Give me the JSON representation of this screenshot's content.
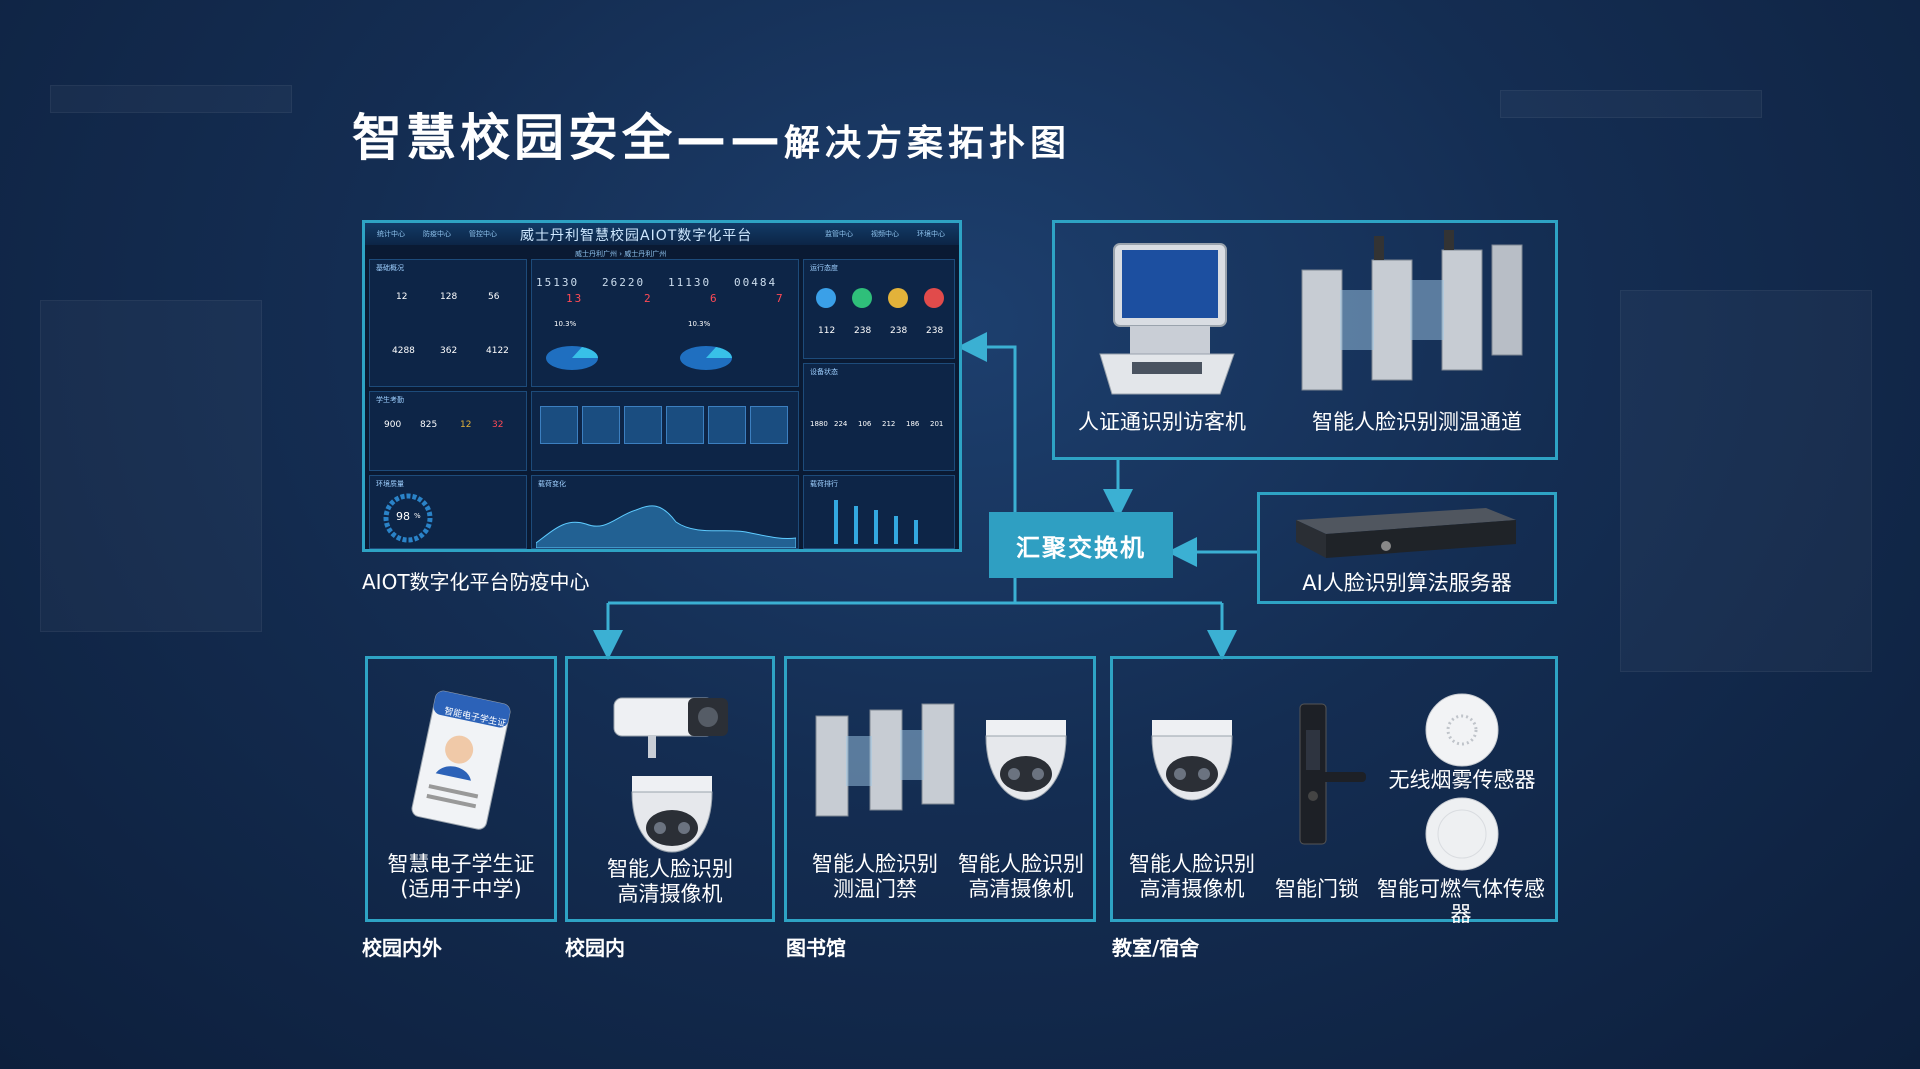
{
  "title": {
    "main": "智慧校园安全",
    "dash": "——",
    "sub": "解决方案拓扑图"
  },
  "dashboard": {
    "header_title": "威士丹利智慧校园AIOT数字化平台",
    "tabs_left": [
      "统计中心",
      "防疫中心",
      "管控中心"
    ],
    "tabs_right": [
      "监管中心",
      "视频中心",
      "环境中心"
    ],
    "location": "威士丹利广州 › 威士丹利广州",
    "panels": {
      "basic": {
        "title": "基础概况",
        "values": [
          "12",
          "128",
          "56",
          "4288",
          "362",
          "4122"
        ]
      },
      "temp": {
        "counters": [
          "15130",
          "26220",
          "11130",
          "00484"
        ],
        "red_counters": [
          "13",
          "2",
          "6",
          "7"
        ],
        "percents": [
          "10.3%",
          "10.3%"
        ]
      },
      "run": {
        "title": "运行态度",
        "values": [
          "112",
          "238",
          "238",
          "238"
        ],
        "colors": [
          "#3aa0e8",
          "#2fbf7a",
          "#e2b23a",
          "#e14b4b"
        ]
      },
      "attendance": {
        "title": "学生考勤",
        "values": [
          "900",
          "825",
          "12",
          "32"
        ]
      },
      "device": {
        "title": "设备状态",
        "values": [
          "1880",
          "224",
          "106",
          "212",
          "186",
          "201"
        ]
      },
      "env": {
        "title": "环境质量",
        "percent": "98",
        "unit": "%"
      },
      "trend": {
        "title": "载荷变化"
      },
      "rank": {
        "title": "载荷排行"
      }
    },
    "caption": "AIOT数字化平台防疫中心"
  },
  "switch_label": "汇聚交换机",
  "devices_top": [
    {
      "label": "人证通识别访客机"
    },
    {
      "label": "智能人脸识别测温通道"
    }
  ],
  "server_label": "AI人脸识别算法服务器",
  "groups": [
    {
      "section": "校园内外",
      "items": [
        {
          "line1": "智慧电子学生证",
          "line2": "(适用于中学)"
        }
      ]
    },
    {
      "section": "校园内",
      "items": [
        {
          "line1": "智能人脸识别",
          "line2": "高清摄像机"
        }
      ]
    },
    {
      "section": "图书馆",
      "items": [
        {
          "line1": "智能人脸识别",
          "line2": "测温门禁"
        },
        {
          "line1": "智能人脸识别",
          "line2": "高清摄像机"
        }
      ]
    },
    {
      "section": "教室/宿舍",
      "items": [
        {
          "line1": "智能人脸识别",
          "line2": "高清摄像机"
        },
        {
          "line1": "智能门锁"
        },
        {
          "line1": "无线烟雾传感器"
        },
        {
          "line1": "智能可燃气体传感器"
        }
      ]
    }
  ],
  "card_text": {
    "header": "智能电子学生证"
  },
  "colors": {
    "accent": "#2ea3c4",
    "switch": "#2f9fc2"
  }
}
